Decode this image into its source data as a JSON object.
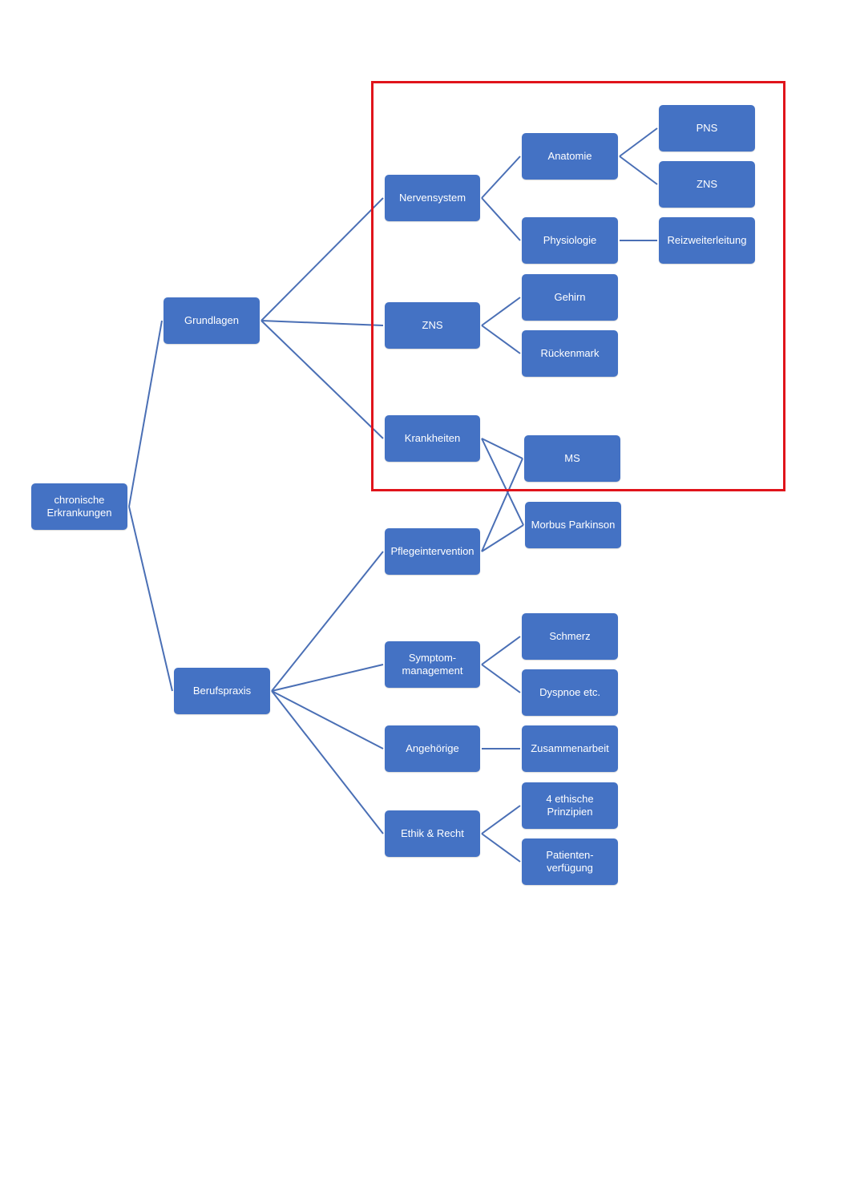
{
  "colors": {
    "node_fill": "#4472c4",
    "connector": "#4a6fb5",
    "highlight_border": "#e0141b"
  },
  "nodes": {
    "root": "chronische\nErkrankungen",
    "grundlagen": "Grundlagen",
    "berufspraxis": "Berufspraxis",
    "nervensystem": "Nervensystem",
    "zns": "ZNS",
    "krankheiten": "Krankheiten",
    "anatomie": "Anatomie",
    "physiologie": "Physiologie",
    "pns": "PNS",
    "zns_anatomie": "ZNS",
    "reizweiterleitung": "Reizweiterleitung",
    "gehirn": "Gehirn",
    "rueckenmark": "Rückenmark",
    "ms": "MS",
    "morbus_parkinson": "Morbus Parkinson",
    "pflegeintervention": "Pflegeintervention",
    "symptommanagement": "Symptom-\nmanagement",
    "angehoerige": "Angehörige",
    "ethik_recht": "Ethik & Recht",
    "schmerz": "Schmerz",
    "dyspnoe": "Dyspnoe etc.",
    "zusammenarbeit": "Zusammenarbeit",
    "ethische_prinzipien": "4 ethische\nPrinzipien",
    "patientenverfuegung": "Patienten-\nverfügung"
  }
}
